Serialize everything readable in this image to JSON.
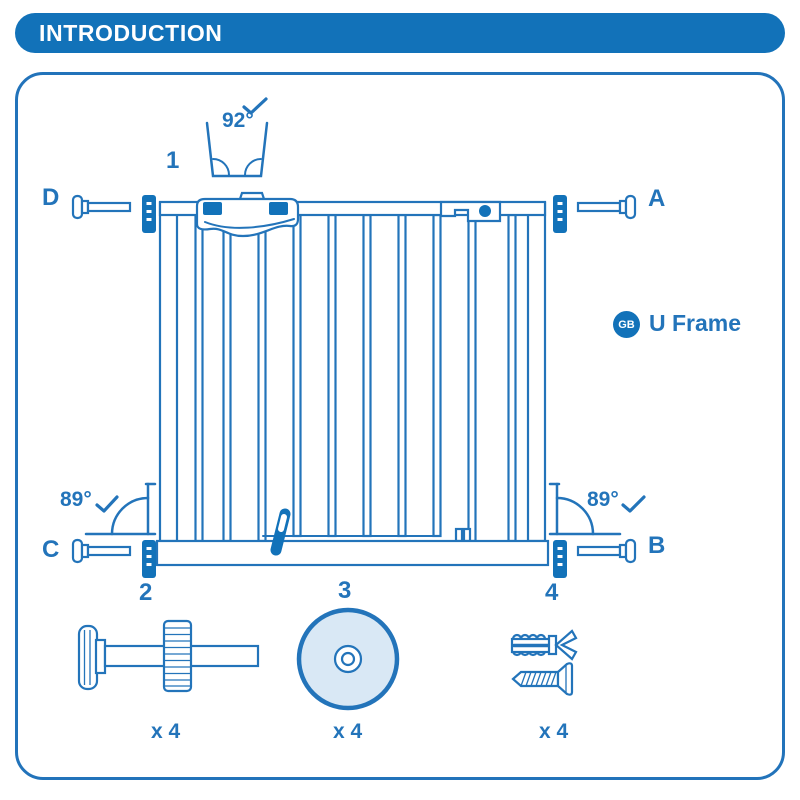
{
  "header": {
    "title": "INTRODUCTION"
  },
  "diagram": {
    "angles": {
      "top": "92°",
      "left": "89°",
      "right": "89°"
    },
    "parts": {
      "a": "A",
      "b": "B",
      "c": "C",
      "d": "D"
    },
    "steps": {
      "s1": "1",
      "s2": "2",
      "s3": "3",
      "s4": "4"
    },
    "badge": {
      "code": "GB",
      "label": "U Frame"
    },
    "quantities": {
      "q2": "x 4",
      "q3": "x 4",
      "q4": "x 4"
    }
  },
  "colors": {
    "primary": "#1272b9",
    "line": "#2374ba",
    "light_fill": "#d9e8f5",
    "background": "#ffffff"
  }
}
